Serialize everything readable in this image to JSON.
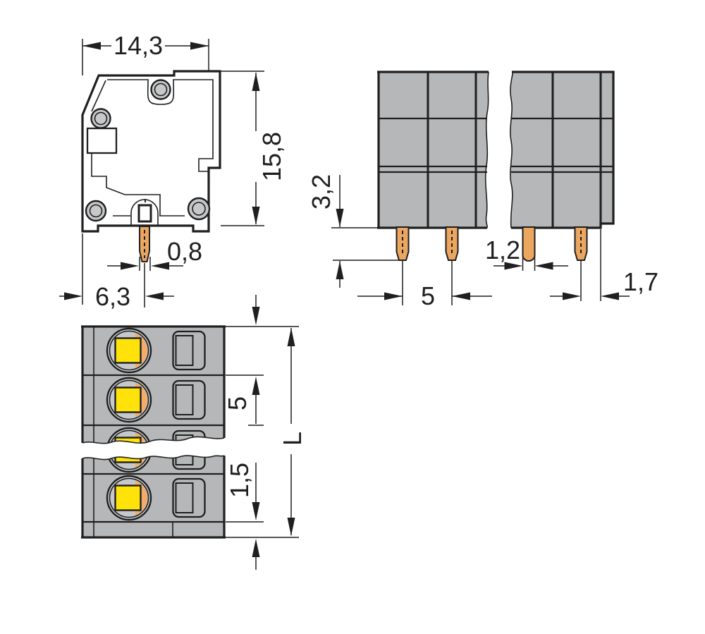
{
  "drawing_title": "terminal-block-dimensional-drawing",
  "colors": {
    "line": "#1f1f1f",
    "body_gray": "#b5b7b9",
    "circle_gray": "#c6c8ca",
    "pin_copper": "#eba660",
    "wire_orange": "#f4ad68",
    "button_yellow": "#ffe20a",
    "background": "#ffffff"
  },
  "views": {
    "side": {
      "name": "side-view",
      "dims": {
        "width": "14,3",
        "height": "15,8",
        "pin_width": "0,8",
        "pin_center_offset": "6,3"
      }
    },
    "front": {
      "name": "front-view",
      "dims": {
        "pin_length": "3,2",
        "pin_width": "1,2",
        "pitch": "5",
        "end_to_pin": "1,7"
      }
    },
    "top": {
      "name": "top-view",
      "dims": {
        "pitch": "5",
        "end_offset": "1,5",
        "total_length": "L"
      }
    }
  }
}
